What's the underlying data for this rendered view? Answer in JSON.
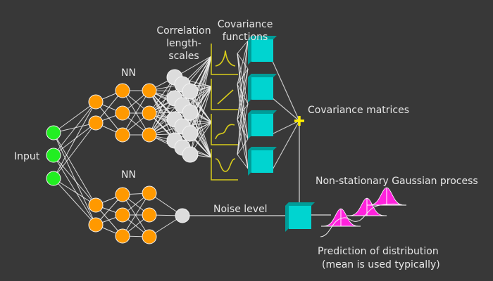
{
  "colors": {
    "background": "#383838",
    "input_node": "#22ee22",
    "hidden_node": "#ff9900",
    "gray_node": "#dcdcdc",
    "edge": "#ececec",
    "plot_axis": "#d8cc1a",
    "cube_front": "#00d4d0",
    "cube_side": "#009c98",
    "plus": "#ffee00",
    "gaussian": "#ff22dd",
    "node_stroke": "#f2f2f2"
  },
  "labels": {
    "input": "Input",
    "nn_top": "NN",
    "nn_bottom": "NN",
    "correlation_line1": "Correlation",
    "correlation_line2": "length-",
    "correlation_line3": "scales",
    "covfn_line1": "Covariance",
    "covfn_line2": "functions",
    "covariance_matrices": "Covariance matrices",
    "gp": "Non-stationary Gaussian process",
    "noise_level": "Noise level",
    "prediction_line1": "Prediction of distribution",
    "prediction_line2": "(mean is used typically)"
  },
  "covariance_functions": [
    "peak-kernel",
    "linear-kernel",
    "sigmoid-kernel",
    "dip-kernel"
  ],
  "network": {
    "input_nodes": 3,
    "top_branch_layers": [
      2,
      3,
      3
    ],
    "bottom_branch_layers": [
      2,
      3,
      3
    ],
    "lengthscale_groups": 4,
    "lengthscale_nodes_per_group": 3,
    "covariance_matrix_cubes": 4,
    "noise_nodes": 1,
    "gaussian_distributions": 3
  }
}
